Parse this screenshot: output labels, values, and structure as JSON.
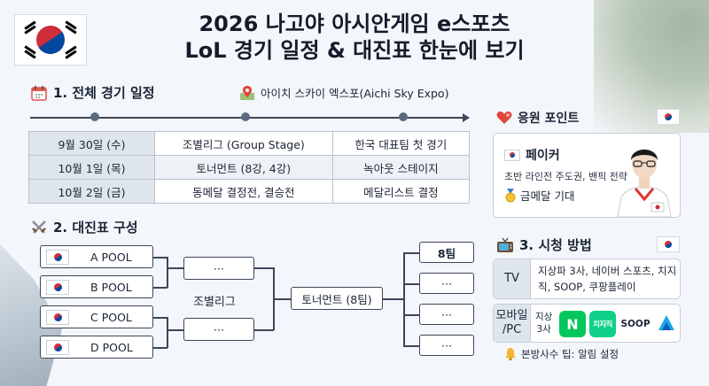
{
  "title_line1": "2026 나고야 아시안게임 e스포츠",
  "title_line2": "LoL 경기 일정 & 대진표 한눈에 보기",
  "schedule": {
    "heading": "1. 전체 경기 일정",
    "venue": "아이치 스카이 엑스포(Aichi Sky Expo)",
    "rows": [
      [
        "9월 30일 (수)",
        "조별리그 (Group Stage)",
        "한국 대표팀 첫 경기"
      ],
      [
        "10월 1일 (목)",
        "토너먼트 (8강, 4강)",
        "녹아웃 스테이지"
      ],
      [
        "10월 2일 (금)",
        "동메달 결정전, 결승전",
        "메달리스트 결정"
      ]
    ]
  },
  "bracket": {
    "heading": "2. 대진표 구성",
    "pools": [
      "A POOL",
      "B POOL",
      "C POOL",
      "D POOL"
    ],
    "mid_boxes": [
      "···",
      "···"
    ],
    "group_label": "조별리그",
    "tournament_label": "토너먼트 (8팀)",
    "final_boxes": [
      "8팀",
      "···",
      "···",
      "···"
    ]
  },
  "cheer": {
    "heading": "응원 포인트",
    "name": "페이커",
    "desc": "초반 라인전 주도권, 밴픽 전략",
    "medal": "금메달 기대"
  },
  "watch": {
    "heading": "3. 시청 방법",
    "tv_label": "TV",
    "tv_channels": "지상파 3사, 네이버 스포츠, 치지직, SOOP, 쿠팡플레이",
    "mobile_label_1": "모바일",
    "mobile_label_2": "/PC",
    "terrestrial_1": "지상",
    "terrestrial_2": "3사",
    "logo_naver": "N",
    "logo_chzzk": "치지직",
    "logo_soop": "SOOP",
    "tip": "본방사수 팁: 알림 설정"
  }
}
